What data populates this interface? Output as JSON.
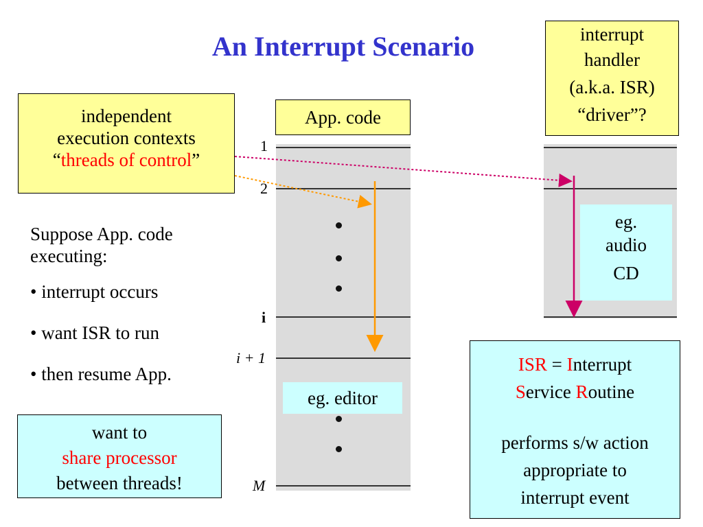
{
  "title": "An Interrupt Scenario",
  "boxes": {
    "threads": {
      "line1": "independent",
      "line2": "execution contexts",
      "line3_open": "“",
      "line3_red": "threads of control",
      "line3_close": "”"
    },
    "app_code": "App. code",
    "handler": {
      "line1": "interrupt",
      "line2": "handler",
      "line3": "(a.k.a. ISR)",
      "line4": "“driver”?"
    },
    "share": {
      "line1": "want to",
      "line2_red": "share processor",
      "line3": "between threads!"
    },
    "isr": {
      "r1_red1": "ISR",
      "r1_eq": " = ",
      "r1_red2": "I",
      "r1_rest": "nterrupt",
      "r2_red1": "S",
      "r2_rest1": "ervice ",
      "r2_red2": "R",
      "r2_rest2": "outine",
      "line3": "performs s/w action",
      "line4": "appropriate to",
      "line5": "interrupt event"
    },
    "editor": "eg. editor",
    "audio": {
      "line1": "eg.",
      "line2": "audio",
      "line3": "CD"
    }
  },
  "suppose": {
    "line1": "Suppose App. code",
    "line2": "executing:",
    "bullets": [
      "• interrupt occurs",
      "• want ISR to run",
      "• then resume App."
    ]
  },
  "row_labels": {
    "r1": "1",
    "r2": "2",
    "ri": "i",
    "ri1": "i + 1",
    "rm": "M"
  },
  "colors": {
    "title": "#3333cc",
    "yellow_box": "#ffff99",
    "cyan_box": "#ccffff",
    "column_gray": "#dcdcdc",
    "orange_arrow": "#ff9900",
    "magenta_arrow": "#cc0066",
    "red_text": "#ff0000"
  }
}
